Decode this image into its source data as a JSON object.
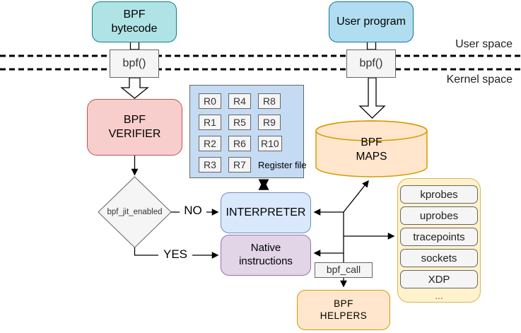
{
  "spaces": {
    "user": "User space",
    "kernel": "Kernel space"
  },
  "nodes": {
    "bpf_bytecode": "BPF\nbytecode",
    "user_program": "User program",
    "syscall": "bpf()",
    "verifier": "BPF\nVERIFIER",
    "maps": "BPF\nMAPS",
    "interpreter": "INTERPRETER",
    "native": "Native\ninstructions",
    "bpf_call": "bpf_call",
    "helpers": "BPF\nHELPERS"
  },
  "decision": {
    "label": "bpf_jit_enabled",
    "no": "NO",
    "yes": "YES"
  },
  "register_file": {
    "title": "Register file",
    "registers": [
      "R0",
      "R1",
      "R2",
      "R3",
      "R4",
      "R5",
      "R6",
      "R7",
      "R8",
      "R9",
      "R10"
    ]
  },
  "hooks": {
    "items": [
      "kprobes",
      "uprobes",
      "tracepoints",
      "sockets",
      "XDP"
    ],
    "more": "..."
  },
  "colors": {
    "teal_fill": "#b0e3e6",
    "teal_stroke": "#0e8088",
    "blue_fill": "#b1ddf0",
    "blue_stroke": "#10739e",
    "red_fill": "#f8cecc",
    "red_stroke": "#b85450",
    "lightblue_fill": "#dae8fc",
    "lightblue_stroke": "#6c8ebf",
    "purple_fill": "#e1d5e7",
    "purple_stroke": "#9673a6",
    "orange_fill": "#ffe6cc",
    "orange_stroke": "#d79b00",
    "yellow_fill": "#fff2cc",
    "yellow_stroke": "#d6b656",
    "gray_fill": "#f5f5f5",
    "gray_stroke": "#666666"
  }
}
